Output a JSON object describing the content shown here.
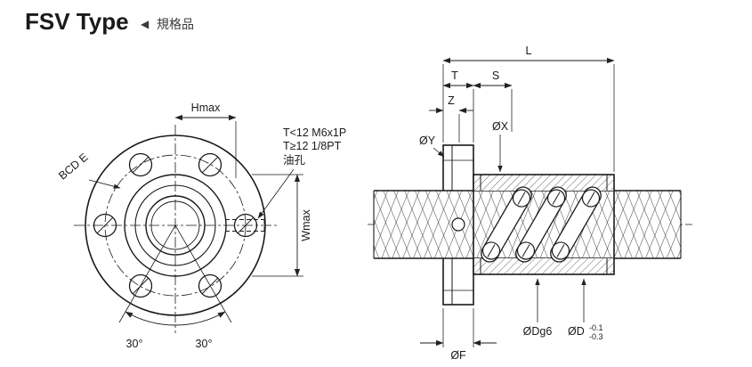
{
  "header": {
    "title": "FSV Type",
    "marker": "◀",
    "subtitle": "規格品"
  },
  "front_view": {
    "dim_hmax": "Hmax",
    "dim_wmax": "Wmax",
    "label_bcd": "BCD E",
    "angle_left": "30°",
    "angle_right": "30°",
    "note_line1": "T<12  M6x1P",
    "note_line2": "T≥12  1/8PT",
    "note_line3": "油孔"
  },
  "side_view": {
    "dim_l": "L",
    "dim_t": "T",
    "dim_s": "S",
    "dim_z": "Z",
    "dim_x": "ØX",
    "dim_y": "ØY",
    "dim_f": "ØF",
    "dim_dg6": "ØDg6",
    "dim_d": "ØD",
    "dim_d_tol_upper": "-0.1",
    "dim_d_tol_lower": "-0.3"
  },
  "colors": {
    "title_blue": "#0f5ba6",
    "line": "#1a1a1a"
  }
}
